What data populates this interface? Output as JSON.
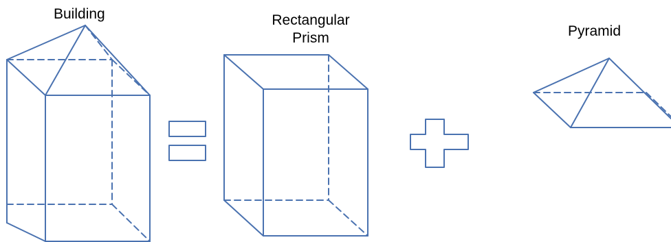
{
  "labels": {
    "building": "Building",
    "prism_line1": "Rectangular",
    "prism_line2": "Prism",
    "pyramid": "Pyramid"
  },
  "operators": {
    "equals": "equals-sign",
    "plus": "plus-sign"
  },
  "colors": {
    "line": "#4a72b0",
    "text": "#000000",
    "background": "#ffffff"
  }
}
